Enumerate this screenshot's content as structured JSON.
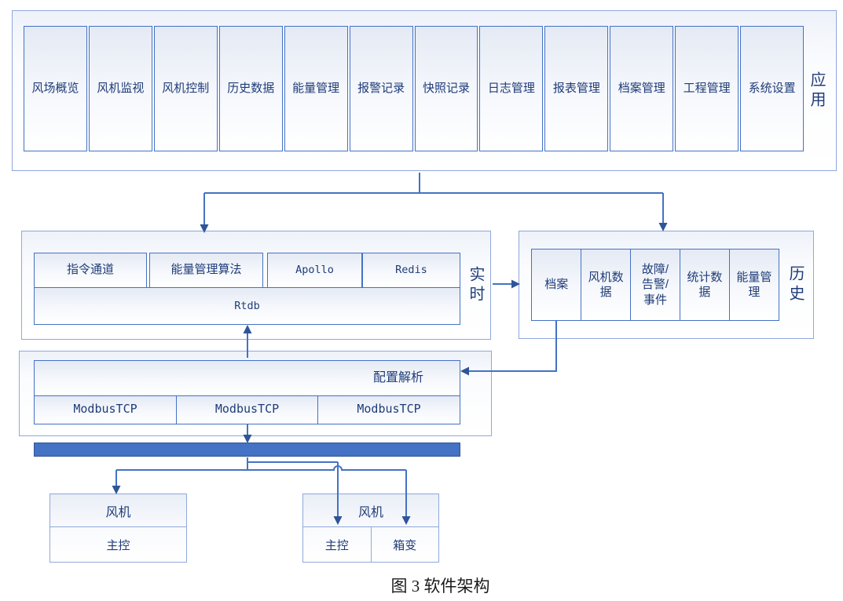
{
  "diagram": {
    "caption": "图 3 软件架构",
    "app_layer": {
      "label": "应用",
      "modules": [
        "风场概览",
        "风机监视",
        "风机控制",
        "历史数据",
        "能量管理",
        "报警记录",
        "快照记录",
        "日志管理",
        "报表管理",
        "档案管理",
        "工程管理",
        "系统设置"
      ]
    },
    "realtime_layer": {
      "label": "实时",
      "services": [
        "指令通道",
        "能量管理算法",
        "Apollo",
        "Redis"
      ],
      "database": "Rtdb"
    },
    "history_layer": {
      "label": "历史",
      "stores": [
        "档案",
        "风机数据",
        "故障/\n告警/\n事件",
        "统计数据",
        "能量管理"
      ]
    },
    "comm_layer": {
      "parser_label": "配置解析",
      "protocols": [
        "ModbusTCP",
        "ModbusTCP",
        "ModbusTCP"
      ]
    },
    "turbines": [
      {
        "title": "风机",
        "units": [
          "主控"
        ]
      },
      {
        "title": "风机",
        "units": [
          "主控",
          "箱变"
        ]
      }
    ],
    "colors": {
      "box_border": "#4472C4",
      "container_border": "#8FA8DC",
      "connector_line": "#4472C4",
      "arrowhead": "#2F5597",
      "bus_fill": "#4472C4",
      "label_text": "#1F3C78",
      "caption_text": "#1A1A1A"
    }
  }
}
